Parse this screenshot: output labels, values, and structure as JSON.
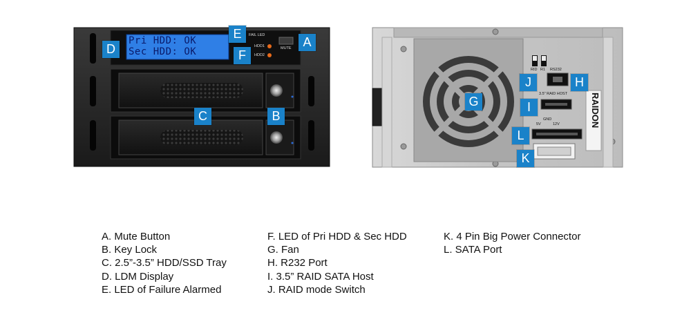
{
  "front": {
    "lcd_line1": "Pri HDD: OK",
    "lcd_line2": "Sec HDD: OK",
    "fail_led_label": "FAIL LED",
    "hdd1_label": "HDD1",
    "hdd2_label": "HDD2",
    "mute_label": "MUTE"
  },
  "back": {
    "rid_label": "RID",
    "r1_label": "R1",
    "rs232_label": "RS232",
    "raid_host_label": "3.5\" RAID HOST",
    "gnd_label": "GND",
    "v5_label": "5V",
    "v12_label": "12V",
    "brand": "RAIDON"
  },
  "callouts": {
    "A": "A",
    "B": "B",
    "C": "C",
    "D": "D",
    "E": "E",
    "F": "F",
    "G": "G",
    "H": "H",
    "I": "I",
    "J": "J",
    "K": "K",
    "L": "L"
  },
  "legend": {
    "col1": [
      "A. Mute Button",
      "B. Key Lock",
      "C. 2.5”-3.5” HDD/SSD Tray",
      "D. LDM Display",
      "E. LED of Failure Alarmed"
    ],
    "col2": [
      "F. LED of Pri HDD & Sec HDD",
      "G. Fan",
      "H. R232 Port",
      "I.  3.5” RAID SATA Host",
      "J.  RAID mode Switch"
    ],
    "col3": [
      "K. 4 Pin Big Power Connector",
      "L.  SATA Port"
    ]
  },
  "colors": {
    "callout": "#1a82c9",
    "lcd": "#2f7fe6",
    "chassis_front": "#1e1e1e",
    "chassis_back": "#c8c8c8",
    "led": "#e86a1a"
  }
}
